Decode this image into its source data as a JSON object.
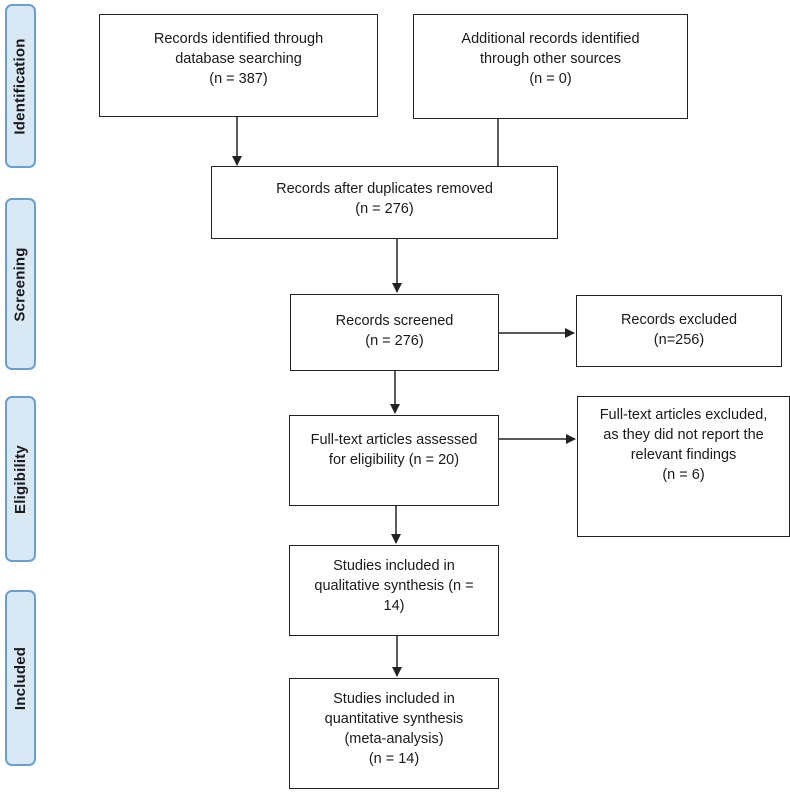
{
  "phases": {
    "identification": "Identification",
    "screening": "Screening",
    "eligibility": "Eligibility",
    "included": "Included"
  },
  "boxes": {
    "database": {
      "line1": "Records identified through",
      "line2": "database searching",
      "line3": "(n = 387)"
    },
    "other_sources": {
      "line1": "Additional records identified",
      "line2": "through other sources",
      "line3": "(n = 0)"
    },
    "duplicates_removed": {
      "line1": "Records after duplicates removed",
      "line2": "(n = 276)"
    },
    "screened": {
      "line1": "Records screened",
      "line2": "(n = 276)"
    },
    "excluded": {
      "line1": "Records excluded",
      "line2": "(n=256)"
    },
    "fulltext_assessed": {
      "line1": "Full-text articles assessed",
      "line2": "for eligibility (n = 20)"
    },
    "fulltext_excluded": {
      "line1": "Full-text articles excluded,",
      "line2": "as they did not report the",
      "line3": "relevant findings",
      "line4": "(n = 6)"
    },
    "qualitative": {
      "line1": "Studies included in",
      "line2": "qualitative synthesis (n =",
      "line3": "14)"
    },
    "quantitative": {
      "line1": "Studies included in",
      "line2": "quantitative synthesis",
      "line3": "(meta-analysis)",
      "line4": "(n = 14)"
    }
  }
}
